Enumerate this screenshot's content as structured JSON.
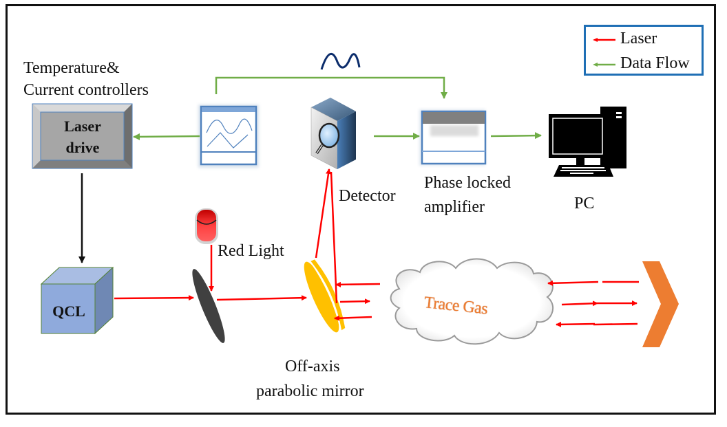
{
  "legend": {
    "items": [
      {
        "label": "Laser",
        "color": "#ff0000"
      },
      {
        "label": "Data Flow",
        "color": "#70ad47"
      }
    ],
    "border_color": "#1f6fb5"
  },
  "components": {
    "controllers_label_line1": "Temperature&",
    "controllers_label_line2": "Current  controllers",
    "laser_drive_line1": "Laser",
    "laser_drive_line2": "drive",
    "qcl": "QCL",
    "red_light": "Red Light",
    "detector": "Detector",
    "amplifier_line1": "Phase  locked",
    "amplifier_line2": "amplifier",
    "pc": "PC",
    "mirror_line1": "Off-axis",
    "mirror_line2": "parabolic  mirror",
    "trace_gas": "Trace  Gas"
  },
  "colors": {
    "laser": "#ff0000",
    "data_flow": "#70ad47",
    "mirror_gold": "#ffc000",
    "retroreflector": "#ed7d31",
    "qcl_blue": "#8faadc",
    "window_blue": "#4f81bd",
    "sine_navy": "#0b2c6b"
  }
}
